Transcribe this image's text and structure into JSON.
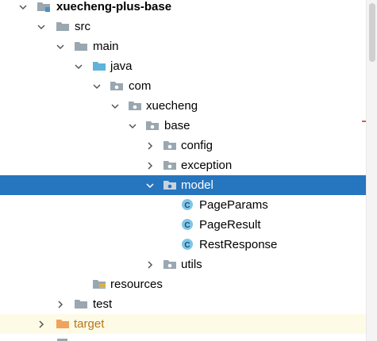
{
  "tree": {
    "items": [
      {
        "label": "xuecheng-plus-base",
        "icon": "module-folder-icon",
        "chevron": "down"
      },
      {
        "label": "src",
        "icon": "folder-icon",
        "chevron": "down"
      },
      {
        "label": "main",
        "icon": "folder-icon",
        "chevron": "down"
      },
      {
        "label": "java",
        "icon": "source-root-folder-icon",
        "chevron": "down"
      },
      {
        "label": "com",
        "icon": "package-icon",
        "chevron": "down"
      },
      {
        "label": "xuecheng",
        "icon": "package-icon",
        "chevron": "down"
      },
      {
        "label": "base",
        "icon": "package-icon",
        "chevron": "down"
      },
      {
        "label": "config",
        "icon": "package-icon",
        "chevron": "right"
      },
      {
        "label": "exception",
        "icon": "package-icon",
        "chevron": "right"
      },
      {
        "label": "model",
        "icon": "package-icon",
        "chevron": "down",
        "selected": true
      },
      {
        "label": "PageParams",
        "icon": "class-icon"
      },
      {
        "label": "PageResult",
        "icon": "class-icon"
      },
      {
        "label": "RestResponse",
        "icon": "class-icon"
      },
      {
        "label": "utils",
        "icon": "package-icon",
        "chevron": "right"
      },
      {
        "label": "resources",
        "icon": "resources-folder-icon"
      },
      {
        "label": "test",
        "icon": "folder-icon",
        "chevron": "right"
      },
      {
        "label": "target",
        "icon": "excluded-folder-icon",
        "chevron": "right",
        "highlight": true
      }
    ]
  },
  "colors": {
    "selection": "#2675bf",
    "highlight_row": "#fdfbe6",
    "folder": "#9aa7b0",
    "source_root": "#5fb2d9",
    "class_icon": "#7fc6e8",
    "excluded_folder": "#f0a35c"
  }
}
